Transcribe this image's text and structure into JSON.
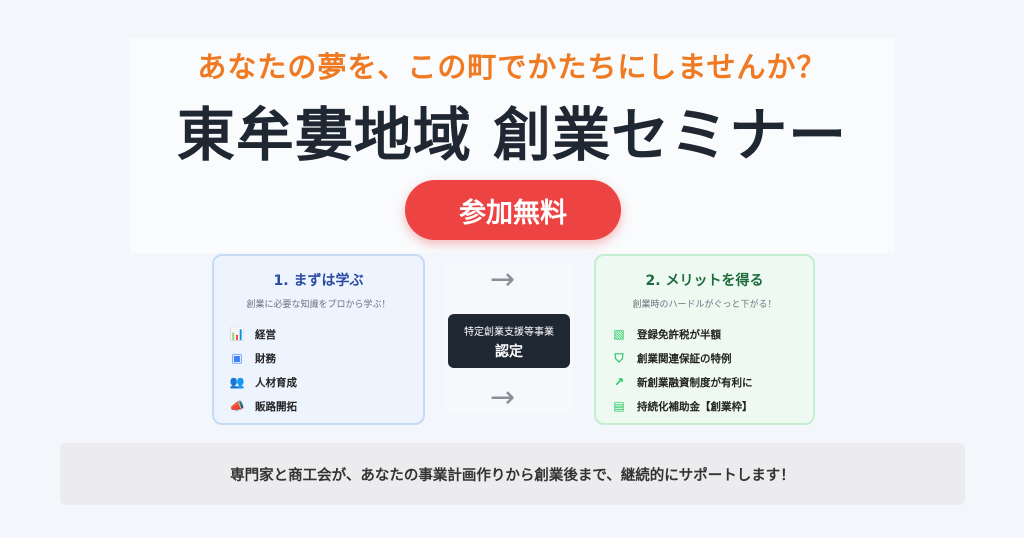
{
  "header": {
    "subtitle": "あなたの夢を、この町でかたちにしませんか？",
    "title": "東牟婁地域 創業セミナー",
    "cta": "参加無料"
  },
  "left_card": {
    "title": "1. まずは学ぶ",
    "caption": "創業に必要な知識をプロから学ぶ！",
    "items": [
      {
        "icon": "bar-chart-icon",
        "label": "経営"
      },
      {
        "icon": "money-icon",
        "label": "財務"
      },
      {
        "icon": "people-icon",
        "label": "人材育成"
      },
      {
        "icon": "megaphone-icon",
        "label": "販路開拓"
      }
    ]
  },
  "center": {
    "badge_line1": "特定創業支援等事業",
    "badge_line2": "認定",
    "arrow": "→"
  },
  "right_card": {
    "title": "2. メリットを得る",
    "caption": "創業時のハードルがぐっと下がる！",
    "items": [
      {
        "icon": "receipt-icon",
        "label": "登録免許税が半額"
      },
      {
        "icon": "shield-check-icon",
        "label": "創業関連保証の特例"
      },
      {
        "icon": "trend-up-icon",
        "label": "新創業融資制度が有利に"
      },
      {
        "icon": "subsidy-icon",
        "label": "持続化補助金【創業枠】"
      }
    ]
  },
  "footer": {
    "text": "専門家と商工会が、あなたの事業計画作りから創業後まで、継続的にサポートします！"
  },
  "colors": {
    "orange": "#f07a22",
    "red": "#ee4343",
    "blue": "#2a4aa3",
    "green": "#1f6b3d"
  }
}
